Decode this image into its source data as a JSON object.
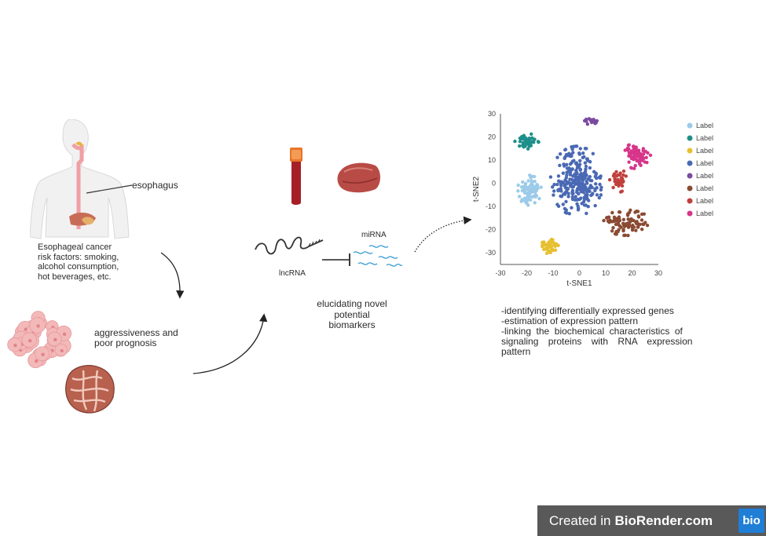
{
  "labels": {
    "esophagus": "esophagus",
    "risk_factors": [
      "Esophageal cancer",
      "risk factors: smoking,",
      "alcohol consumption,",
      "hot beverages, etc."
    ],
    "aggressiveness": [
      "aggressiveness and",
      "poor prognosis"
    ],
    "lncrna": "lncRNA",
    "mirna": "miRNA",
    "biomarkers": [
      "elucidating novel",
      "potential",
      "biomarkers"
    ],
    "findings": [
      "-identifying differentially expressed genes",
      "-estimation of expression pattern",
      "-linking the biochemical characteristics of",
      "signaling proteins with RNA expression",
      "pattern"
    ]
  },
  "footer": {
    "created_in": "Created in",
    "brand": "BioRender.com",
    "logo": "bio"
  },
  "icons": [
    "human-body-icon",
    "blood-tube-icon",
    "tissue-sample-icon",
    "tumor-cell-cluster-icon",
    "cancer-tissue-icon",
    "lncrna-icon",
    "mirna-icon"
  ],
  "chart_data": {
    "type": "scatter",
    "xlabel": "t-SNE1",
    "ylabel": "t-SNE2",
    "xlim": [
      -30,
      30
    ],
    "ylim": [
      -35,
      30
    ],
    "xticks": [
      "-30",
      "-20",
      "-10",
      "0",
      "10",
      "20",
      "30"
    ],
    "yticks": [
      "30",
      "20",
      "10",
      "0",
      "-10",
      "-20",
      "-30"
    ],
    "legend_position": "right",
    "series": [
      {
        "name": "Label",
        "color": "#9ccbe9",
        "center": [
          -19,
          -3
        ],
        "spread": [
          4.5,
          6.5
        ],
        "n": 80
      },
      {
        "name": "Label",
        "color": "#1e8f8a",
        "center": [
          -20,
          18
        ],
        "spread": [
          4.5,
          3.5
        ],
        "n": 45
      },
      {
        "name": "Label",
        "color": "#e6c030",
        "center": [
          -11,
          -27
        ],
        "spread": [
          4,
          3.8
        ],
        "n": 45
      },
      {
        "name": "Label",
        "color": "#4a69b4",
        "center": [
          -1,
          1
        ],
        "spread": [
          10,
          15
        ],
        "n": 260
      },
      {
        "name": "Label",
        "color": "#7b4ba0",
        "center": [
          4,
          27
        ],
        "spread": [
          3.8,
          2.2
        ],
        "n": 20
      },
      {
        "name": "Label",
        "color": "#8a4a33",
        "center": [
          18,
          -17
        ],
        "spread": [
          9,
          5.5
        ],
        "n": 90
      },
      {
        "name": "Label",
        "color": "#c0403c",
        "center": [
          15,
          1
        ],
        "spread": [
          3.5,
          5
        ],
        "n": 35
      },
      {
        "name": "Label",
        "color": "#d7358a",
        "center": [
          22,
          12
        ],
        "spread": [
          5,
          6
        ],
        "n": 65
      }
    ]
  }
}
